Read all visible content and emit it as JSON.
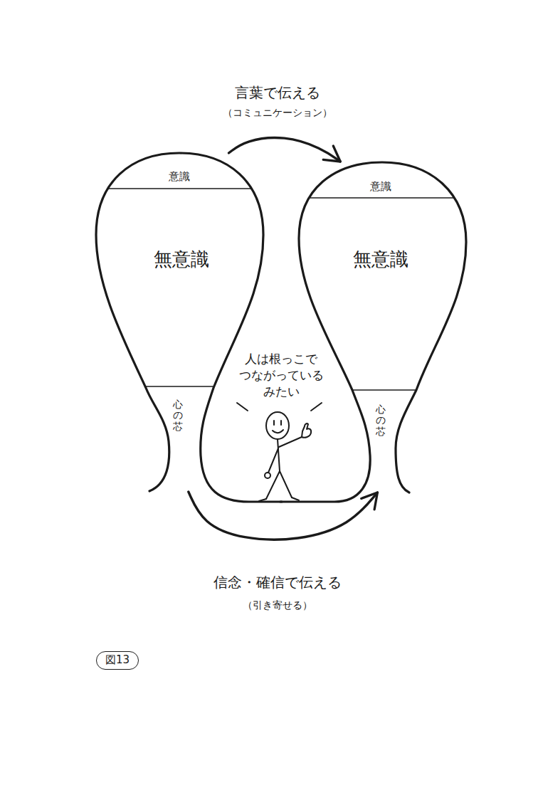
{
  "diagram": {
    "caption": "図13",
    "nodes": [
      {
        "text": [
          "意識",
          "無意識",
          "心の芯"
        ]
      },
      {
        "text": [
          "意識",
          "無意識",
          "心の芯"
        ]
      }
    ],
    "edges": [
      {
        "from": 0,
        "to": 1,
        "arrow": "to",
        "label": "言葉で伝える"
      },
      {
        "from": 0,
        "to": 1,
        "arrow": "to",
        "label": "信念・確信で伝える"
      }
    ],
    "labels": [
      "（コミュニケーション）",
      "人は根っこで つながっている みたい",
      "（引き寄せる）"
    ]
  }
}
